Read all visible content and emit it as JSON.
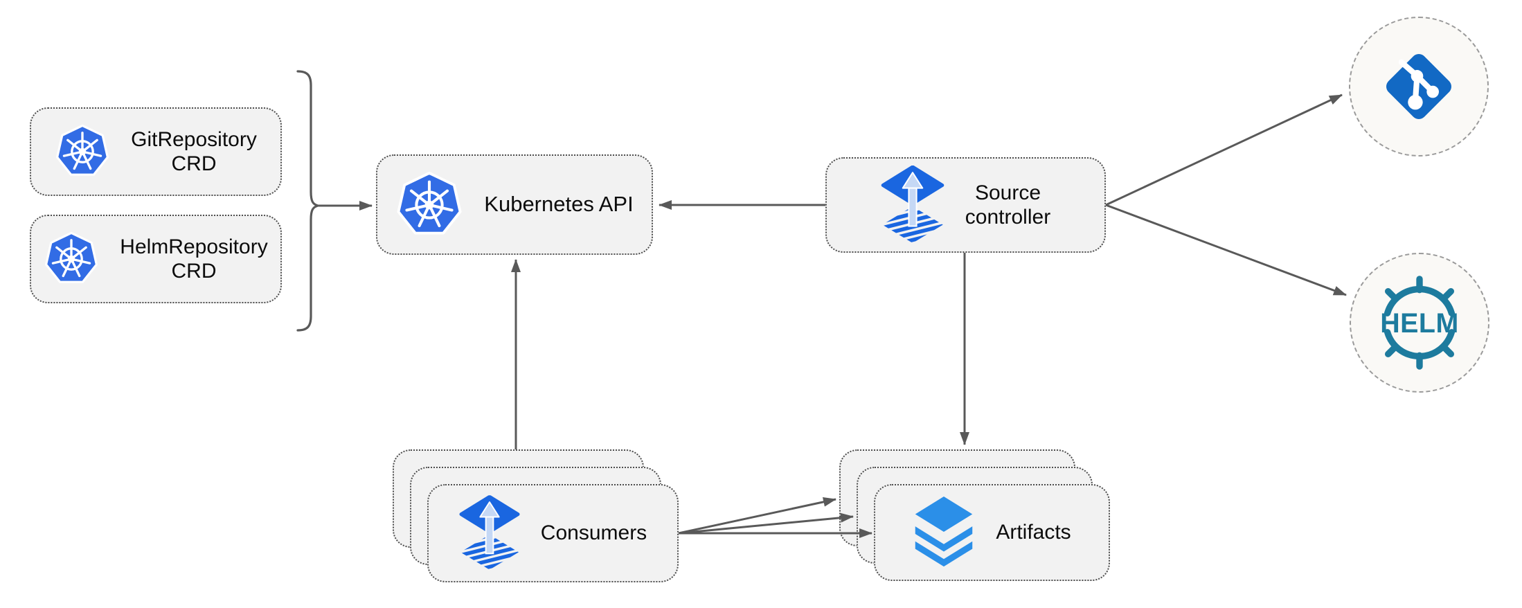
{
  "colors": {
    "background": "#ffffff",
    "box_fill": "#f2f2f2",
    "box_border": "#4d4d4d",
    "circle_fill": "#faf9f6",
    "circle_border": "#9a9a9a",
    "arrow": "#595959",
    "text": "#0c0c0c",
    "kubernetes_blue": "#326ce5",
    "flux_blue": "#1a66e0",
    "flux_arrow_light": "#c5d8f5",
    "git_blue": "#1269c4",
    "layers_blue": "#2b8fe8",
    "helm_teal": "#1d7b9e"
  },
  "nodes": {
    "git_repository_crd": {
      "line1": "GitRepository",
      "line2": "CRD",
      "icon": "kubernetes-icon"
    },
    "helm_repository_crd": {
      "line1": "HelmRepository",
      "line2": "CRD",
      "icon": "kubernetes-icon"
    },
    "kubernetes_api": {
      "label": "Kubernetes API",
      "icon": "kubernetes-icon"
    },
    "source_controller": {
      "line1": "Source",
      "line2": "controller",
      "icon": "flux-icon"
    },
    "consumers": {
      "label": "Consumers",
      "icon": "flux-icon",
      "stack_count": 3
    },
    "artifacts": {
      "label": "Artifacts",
      "icon": "layers-icon",
      "stack_count": 3
    },
    "git_endpoint": {
      "icon": "git-icon"
    },
    "helm_endpoint": {
      "label": "HELM",
      "icon": "helm-icon"
    }
  },
  "edges": [
    {
      "from": "git_repository_crd + helm_repository_crd",
      "to": "kubernetes_api",
      "type": "brace-arrow"
    },
    {
      "from": "source_controller",
      "to": "kubernetes_api",
      "type": "arrow"
    },
    {
      "from": "consumers",
      "to": "kubernetes_api",
      "type": "arrow"
    },
    {
      "from": "source_controller",
      "to": "artifacts",
      "type": "arrow"
    },
    {
      "from": "consumers",
      "to": "artifacts",
      "type": "arrow",
      "count": 3
    },
    {
      "from": "source_controller",
      "to": "git_endpoint",
      "type": "arrow"
    },
    {
      "from": "source_controller",
      "to": "helm_endpoint",
      "type": "arrow"
    }
  ]
}
